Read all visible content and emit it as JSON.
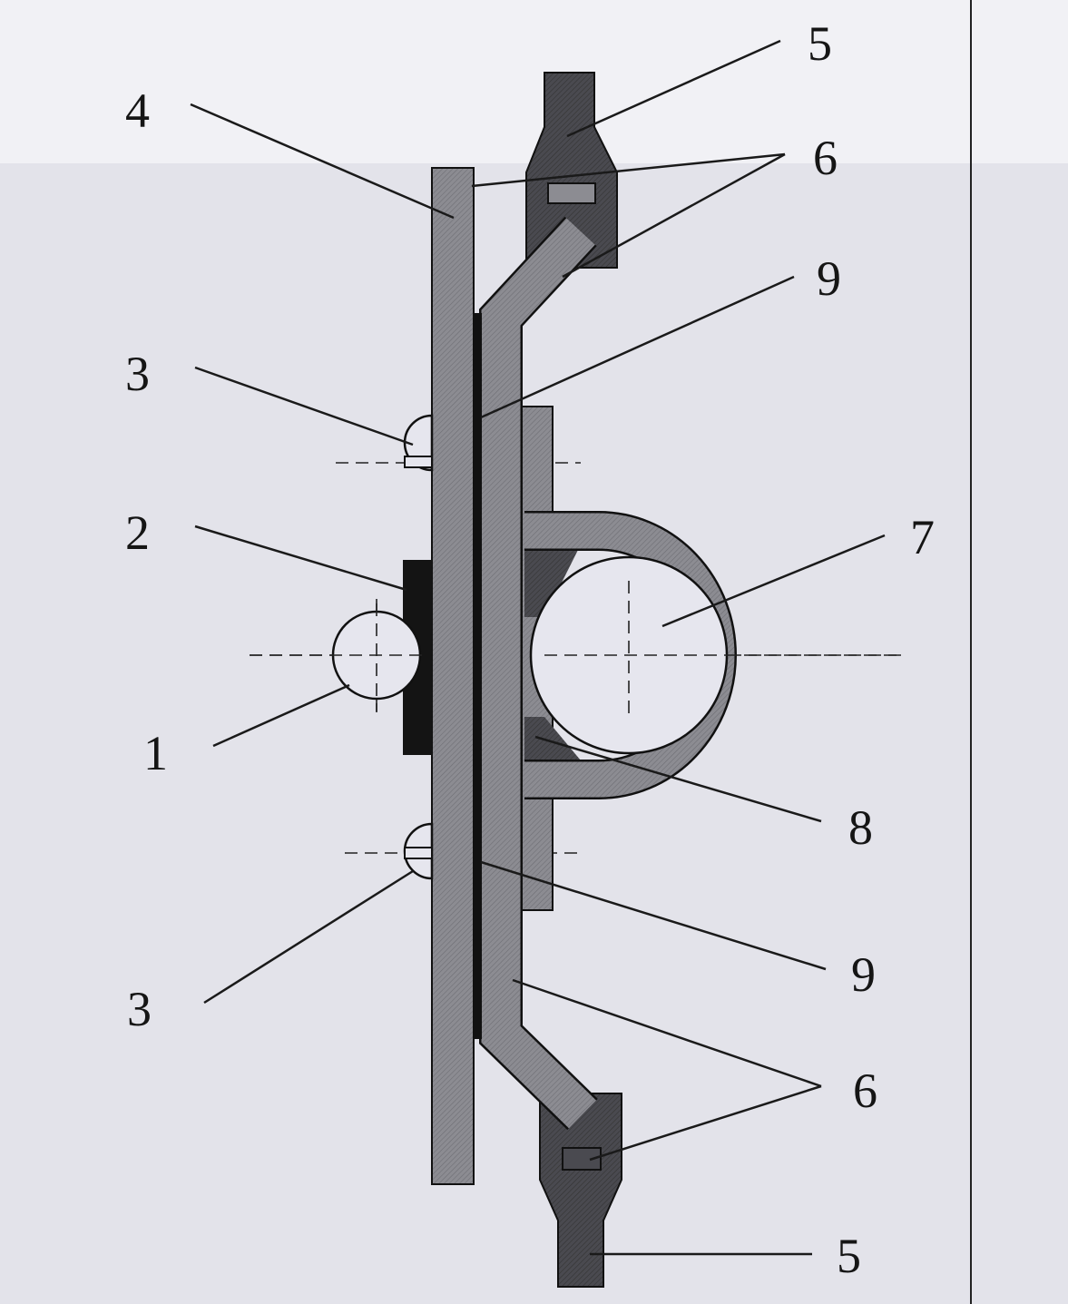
{
  "labels": {
    "l1": "1",
    "l2": "2",
    "l3a": "3",
    "l3b": "3",
    "l4": "4",
    "l5a": "5",
    "l5b": "5",
    "l6a": "6",
    "l6b": "6",
    "l7": "7",
    "l8": "8",
    "l9a": "9",
    "l9b": "9"
  },
  "colors": {
    "background": "#e3e3ea",
    "part_gray": "#8c8c92",
    "clamp_dark": "#4a4a50",
    "ink": "#151515",
    "pipe_fill": "#e6e6ee"
  }
}
